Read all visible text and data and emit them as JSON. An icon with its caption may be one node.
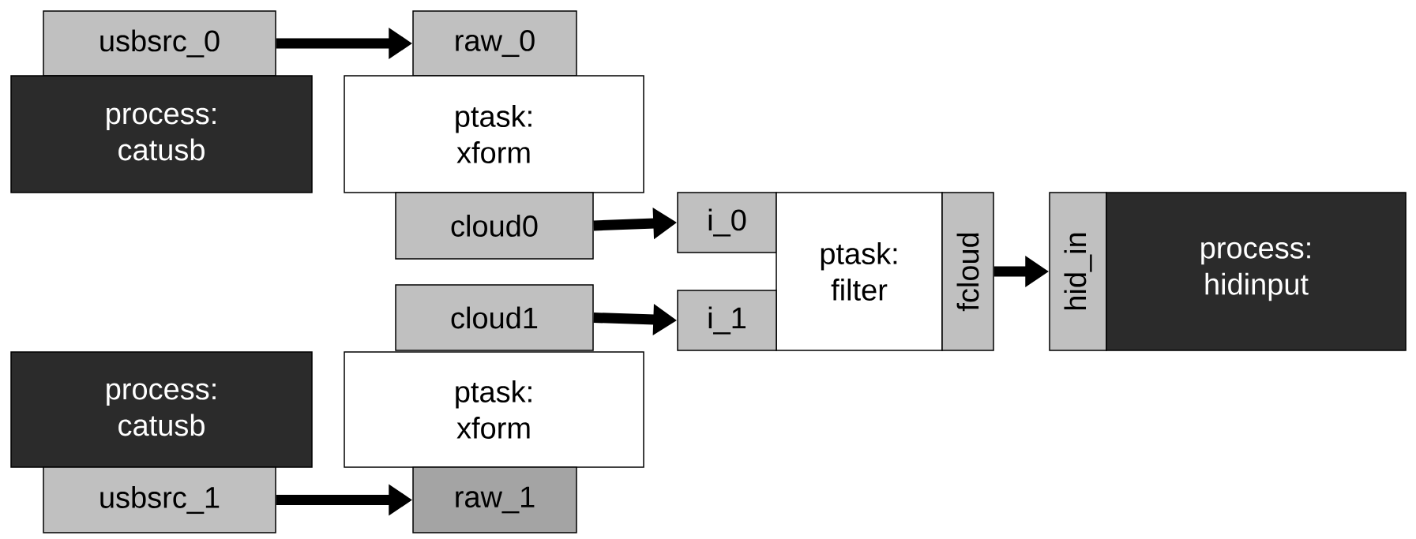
{
  "diagram": {
    "nodes": [
      {
        "text": [
          "usbsrc_0"
        ]
      },
      {
        "text": [
          "raw_0"
        ]
      },
      {
        "text": [
          "process: catusb"
        ]
      },
      {
        "text": [
          "ptask: xform"
        ]
      },
      {
        "text": [
          "cloud0"
        ]
      },
      {
        "text": [
          "i_0"
        ]
      },
      {
        "text": [
          "ptask: filter"
        ]
      },
      {
        "text": [
          "fcloud"
        ]
      },
      {
        "text": [
          "hid_in"
        ]
      },
      {
        "text": [
          "process: hidinput"
        ]
      },
      {
        "text": [
          "cloud1"
        ]
      },
      {
        "text": [
          "i_1"
        ]
      },
      {
        "text": [
          "process: catusb"
        ]
      },
      {
        "text": [
          "ptask: xform"
        ]
      },
      {
        "text": [
          "usbsrc_1"
        ]
      },
      {
        "text": [
          "raw_1"
        ]
      }
    ],
    "edges": [
      {
        "from": 0,
        "to": 1,
        "arrow": "to"
      },
      {
        "from": 4,
        "to": 5,
        "arrow": "to"
      },
      {
        "from": 10,
        "to": 11,
        "arrow": "to"
      },
      {
        "from": 7,
        "to": 8,
        "arrow": "to"
      },
      {
        "from": 14,
        "to": 15,
        "arrow": "to"
      }
    ]
  }
}
